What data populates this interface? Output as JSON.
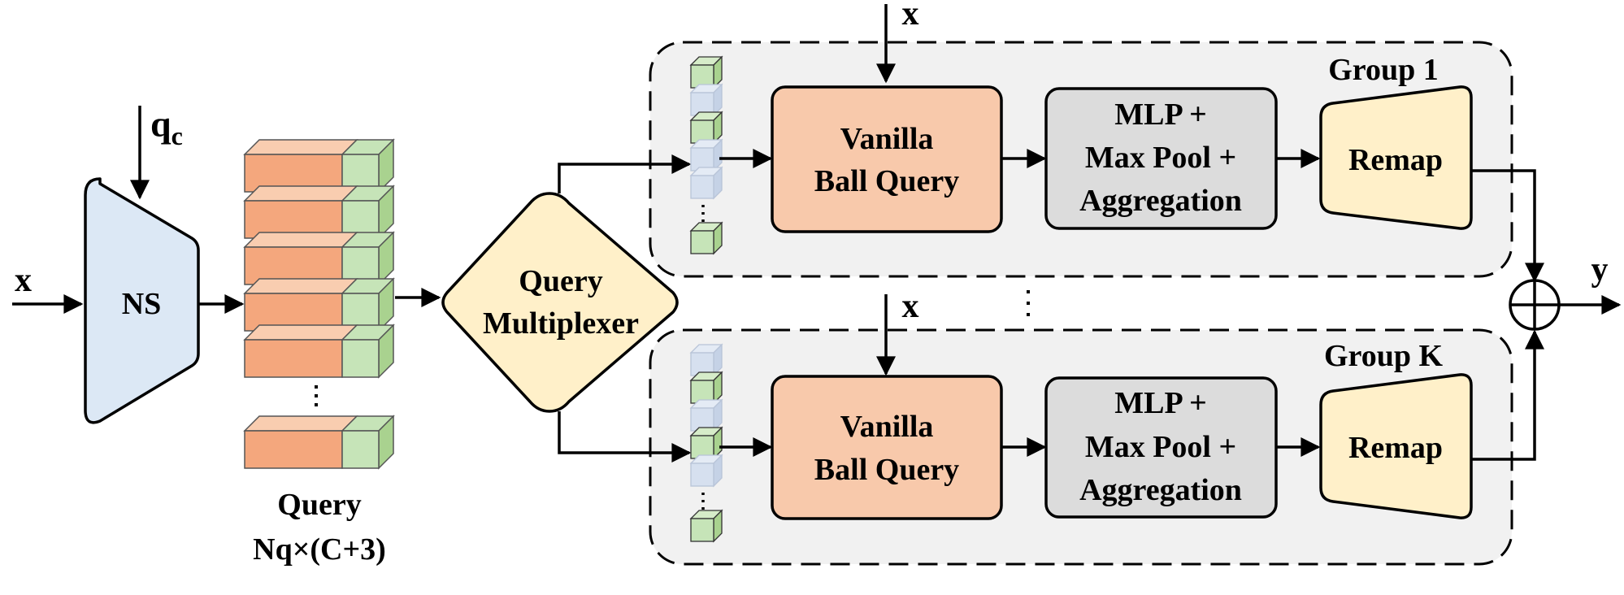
{
  "input": {
    "x_label": "x",
    "qc_main": "q",
    "qc_sub": "c"
  },
  "ns": {
    "label": "NS"
  },
  "query": {
    "label": "Query",
    "shape": "Nq×(C+3)"
  },
  "multiplexer": {
    "line1": "Query",
    "line2": "Multiplexer"
  },
  "groups": [
    {
      "title": "Group 1",
      "x_label": "x",
      "ball_query": {
        "line1": "Vanilla",
        "line2": "Ball Query"
      },
      "mlp": {
        "line1": "MLP +",
        "line2": "Max Pool +",
        "line3": "Aggregation"
      },
      "remap": "Remap"
    },
    {
      "title": "Group K",
      "x_label": "x",
      "ball_query": {
        "line1": "Vanilla",
        "line2": "Ball Query"
      },
      "mlp": {
        "line1": "MLP +",
        "line2": "Max Pool +",
        "line3": "Aggregation"
      },
      "remap": "Remap"
    }
  ],
  "output": {
    "y_label": "y"
  },
  "colors": {
    "ns_fill": "#dce8f5",
    "query_orange": "#f4a77d",
    "query_orange_top": "#f9cdb0",
    "query_green": "#c6e4b8",
    "query_green_side": "#a9d28f",
    "multiplexer_fill": "#fff0c9",
    "ball_query_fill": "#f8c9ab",
    "mlp_fill": "#dcdcdc",
    "remap_fill": "#fff0c9",
    "group_bg": "#f1f1f1",
    "faded_cube": "#d6e0ef"
  }
}
